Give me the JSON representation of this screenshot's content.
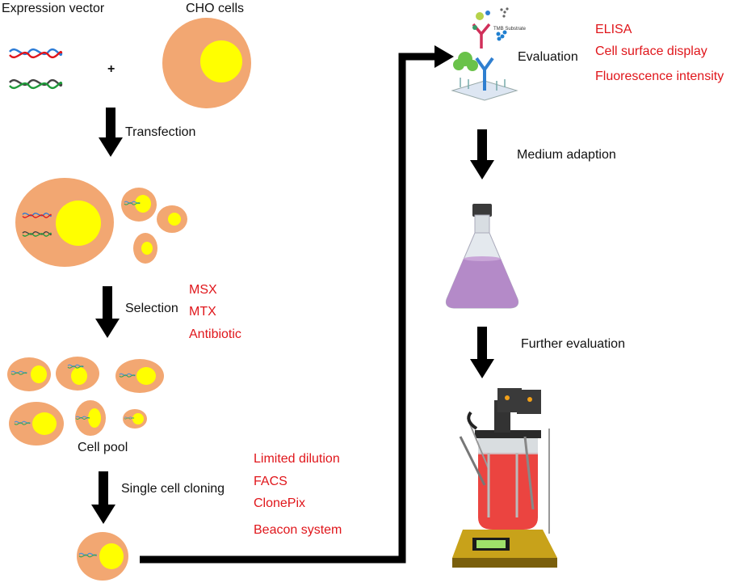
{
  "labels": {
    "expression_vector": "Expression vector",
    "cho_cells": "CHO cells",
    "plus": "+",
    "transfection": "Transfection",
    "selection": "Selection",
    "cell_pool": "Cell pool",
    "single_cell_cloning": "Single cell cloning",
    "evaluation": "Evaluation",
    "medium_adaption": "Medium adaption",
    "further_evaluation": "Further evaluation",
    "tmb_substrate": "TMB Substrate"
  },
  "selection_agents": [
    "MSX",
    "MTX",
    "Antibiotic"
  ],
  "cloning_methods": [
    "Limited dilution",
    "FACS",
    "ClonePix",
    "Beacon system"
  ],
  "evaluation_methods": [
    "ELISA",
    "Cell surface display",
    "Fluorescence intensity"
  ],
  "colors": {
    "cell": "#f2a772",
    "nucleus": "#ffff00",
    "accent_text": "#e0161b",
    "arrow": "#000000",
    "flask_liquid": "#b48ac8",
    "reactor_liquid": "#e8231f"
  }
}
